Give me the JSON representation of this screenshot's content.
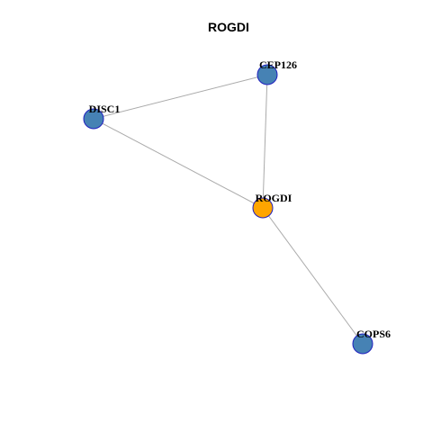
{
  "title": "ROGDI",
  "colors": {
    "hub_node": "#ffa500",
    "neighbor_node": "#4682b4",
    "node_border": "#1f1fbf",
    "edge": "#aaaaaa"
  },
  "nodes": [
    {
      "id": "CEP126",
      "label": "CEP126",
      "role": "neighbor"
    },
    {
      "id": "DISC1",
      "label": "DISC1",
      "role": "neighbor"
    },
    {
      "id": "ROGDI",
      "label": "ROGDI",
      "role": "hub"
    },
    {
      "id": "COPS6",
      "label": "COPS6",
      "role": "neighbor"
    }
  ],
  "edges": [
    {
      "source": "DISC1",
      "target": "CEP126"
    },
    {
      "source": "CEP126",
      "target": "ROGDI"
    },
    {
      "source": "DISC1",
      "target": "ROGDI"
    },
    {
      "source": "ROGDI",
      "target": "COPS6"
    }
  ]
}
